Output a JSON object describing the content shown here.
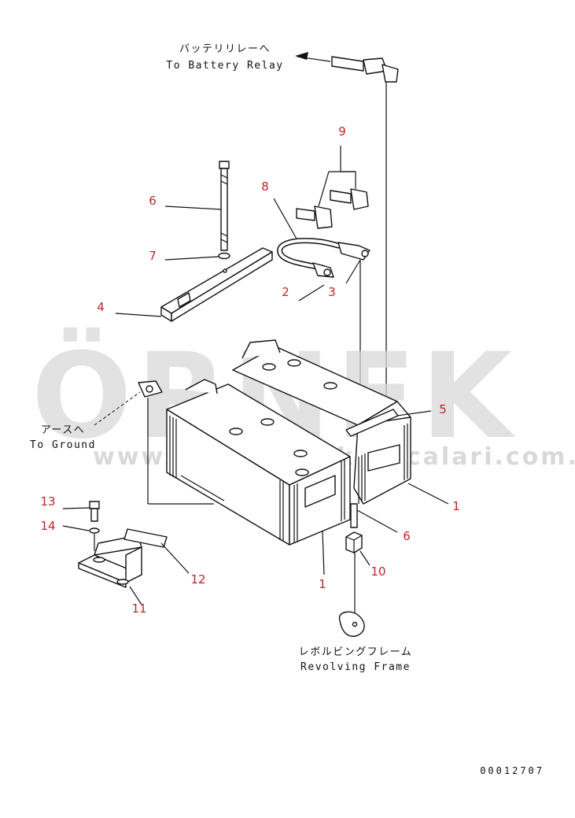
{
  "labels": {
    "battery_relay_jp": "バッテリリレーへ",
    "battery_relay_en": "To Battery Relay",
    "ground_jp": "アースへ",
    "ground_en": "To Ground",
    "frame_jp": "レボルビングフレーム",
    "frame_en": "Revolving Frame"
  },
  "callouts": {
    "c1a": "1",
    "c1b": "1",
    "c2": "2",
    "c3": "3",
    "c4": "4",
    "c5": "5",
    "c6a": "6",
    "c6b": "6",
    "c7": "7",
    "c8": "8",
    "c9": "9",
    "c10": "10",
    "c11": "11",
    "c12": "12",
    "c13": "13",
    "c14": "14"
  },
  "drawing_code": "00012707",
  "watermark": {
    "brand": "ÖRNEK",
    "url": "www.ornekyedekparcalari.com.tr"
  },
  "colors": {
    "callout_red": "#c0262b",
    "line_black": "#111111",
    "watermark_gray": "#d9d9d9"
  }
}
